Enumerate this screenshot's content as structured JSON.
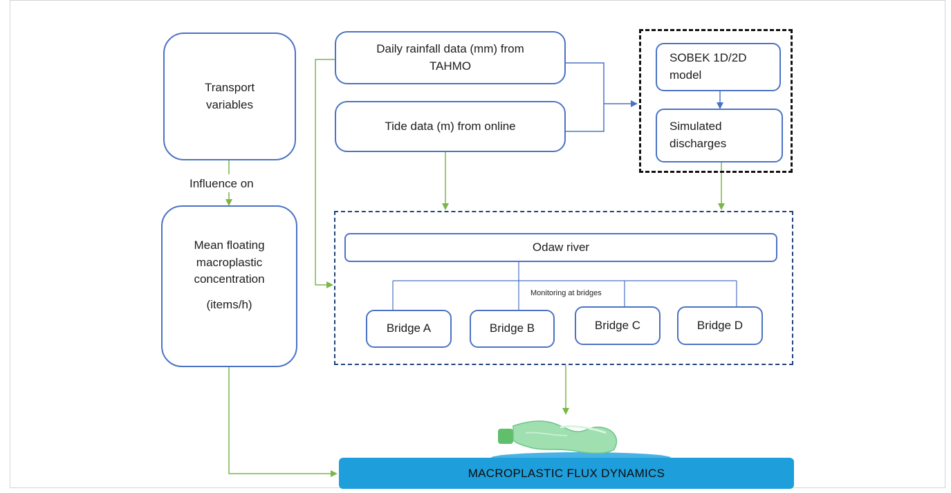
{
  "diagram": {
    "transport_variables": "Transport variables",
    "influence_on": "Influence on",
    "mean_concentration_lines": [
      "Mean floating",
      "macroplastic",
      "concentration",
      "(items/h)"
    ],
    "daily_rainfall_lines": [
      "Daily rainfall data (mm) from",
      "TAHMO"
    ],
    "tide_data": "Tide data (m) from online",
    "sobek_model_lines": [
      "SOBEK 1D/2D",
      "model"
    ],
    "simulated_discharges_lines": [
      "Simulated",
      "discharges"
    ],
    "odaw_river": "Odaw river",
    "monitoring_at_bridges": "Monitoring at bridges",
    "bridges": [
      "Bridge A",
      "Bridge B",
      "Bridge C",
      "Bridge D"
    ],
    "flux_dynamics": "MACROPLASTIC FLUX DYNAMICS"
  },
  "colors": {
    "box_border": "#4a72c4",
    "green_arrow": "#7ab648",
    "blue_arrow": "#4a72c4",
    "flux_bar": "#1e9fdb"
  }
}
